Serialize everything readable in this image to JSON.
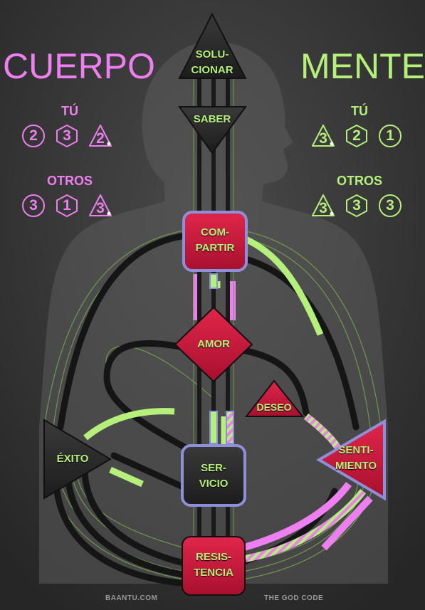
{
  "left": {
    "title": "CUERPO",
    "color": "#ee7ff0",
    "you_label": "TÚ",
    "you_badges": [
      {
        "value": "2",
        "shape": "circle"
      },
      {
        "value": "3",
        "shape": "hexagon"
      },
      {
        "value": "2",
        "shape": "triangle"
      }
    ],
    "others_label": "OTROS",
    "others_badges": [
      {
        "value": "3",
        "shape": "circle"
      },
      {
        "value": "1",
        "shape": "hexagon"
      },
      {
        "value": "3",
        "shape": "triangle"
      }
    ]
  },
  "right": {
    "title": "MENTE",
    "color": "#b4f07a",
    "you_label": "TÚ",
    "you_badges": [
      {
        "value": "3",
        "shape": "triangle"
      },
      {
        "value": "2",
        "shape": "hexagon"
      },
      {
        "value": "1",
        "shape": "circle"
      }
    ],
    "others_label": "OTROS",
    "others_badges": [
      {
        "value": "3",
        "shape": "triangle"
      },
      {
        "value": "3",
        "shape": "hexagon"
      },
      {
        "value": "3",
        "shape": "circle"
      }
    ]
  },
  "centers": {
    "head": [
      "SOLU-",
      "CIONAR"
    ],
    "ajna": [
      "SABER"
    ],
    "throat": [
      "COM-",
      "PARTIR"
    ],
    "g": [
      "AMOR"
    ],
    "ego": [
      "DESEO"
    ],
    "spleen": [
      "ÉXITO"
    ],
    "sacral": [
      "SER-",
      "VICIO"
    ],
    "solar": [
      "SENTI-",
      "MIENTO"
    ],
    "root": [
      "RESIS-",
      "TENCIA"
    ]
  },
  "colors": {
    "defined": "#c8163a",
    "undefined": "#2a2a2a",
    "pink": "#ee7ff0",
    "green": "#b4f07a",
    "outline": "#8d8fd8"
  },
  "footer": {
    "left": "BAANTU.COM",
    "right": "THE GOD CODE"
  }
}
